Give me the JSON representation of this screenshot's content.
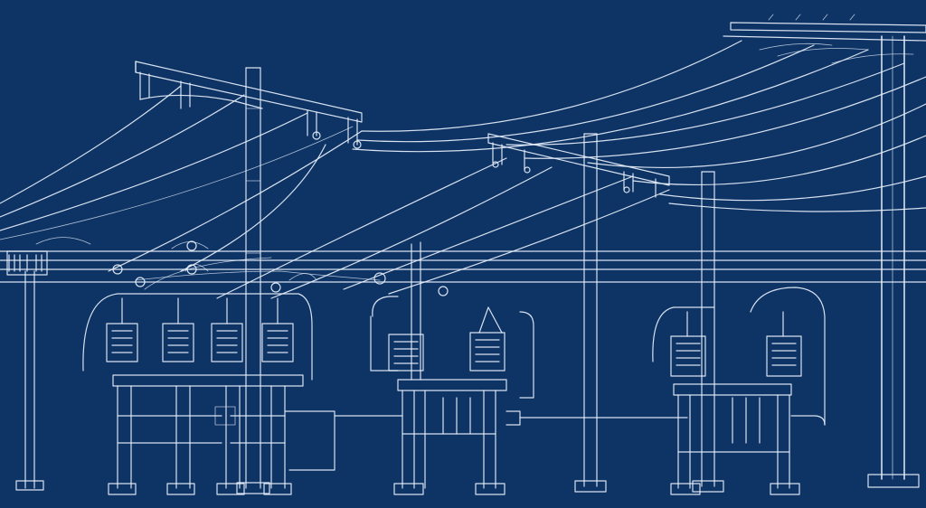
{
  "title": "",
  "theme": {
    "background": "#0e3466",
    "line": "#e8f0fb"
  },
  "elements": {
    "poles": [
      "pole-far-left",
      "pole-left-tall",
      "pole-center",
      "pole-center-right",
      "pole-far-right"
    ],
    "crossarms": [
      "crossarm-left-top",
      "crossarm-center",
      "crossarm-right-top"
    ],
    "transformer_banks": [
      "transformer-bank-left",
      "transformer-bank-center",
      "transformer-bank-right"
    ],
    "wire_groups": [
      "overhead-sagging-lines",
      "horizontal-distribution-lines"
    ]
  }
}
